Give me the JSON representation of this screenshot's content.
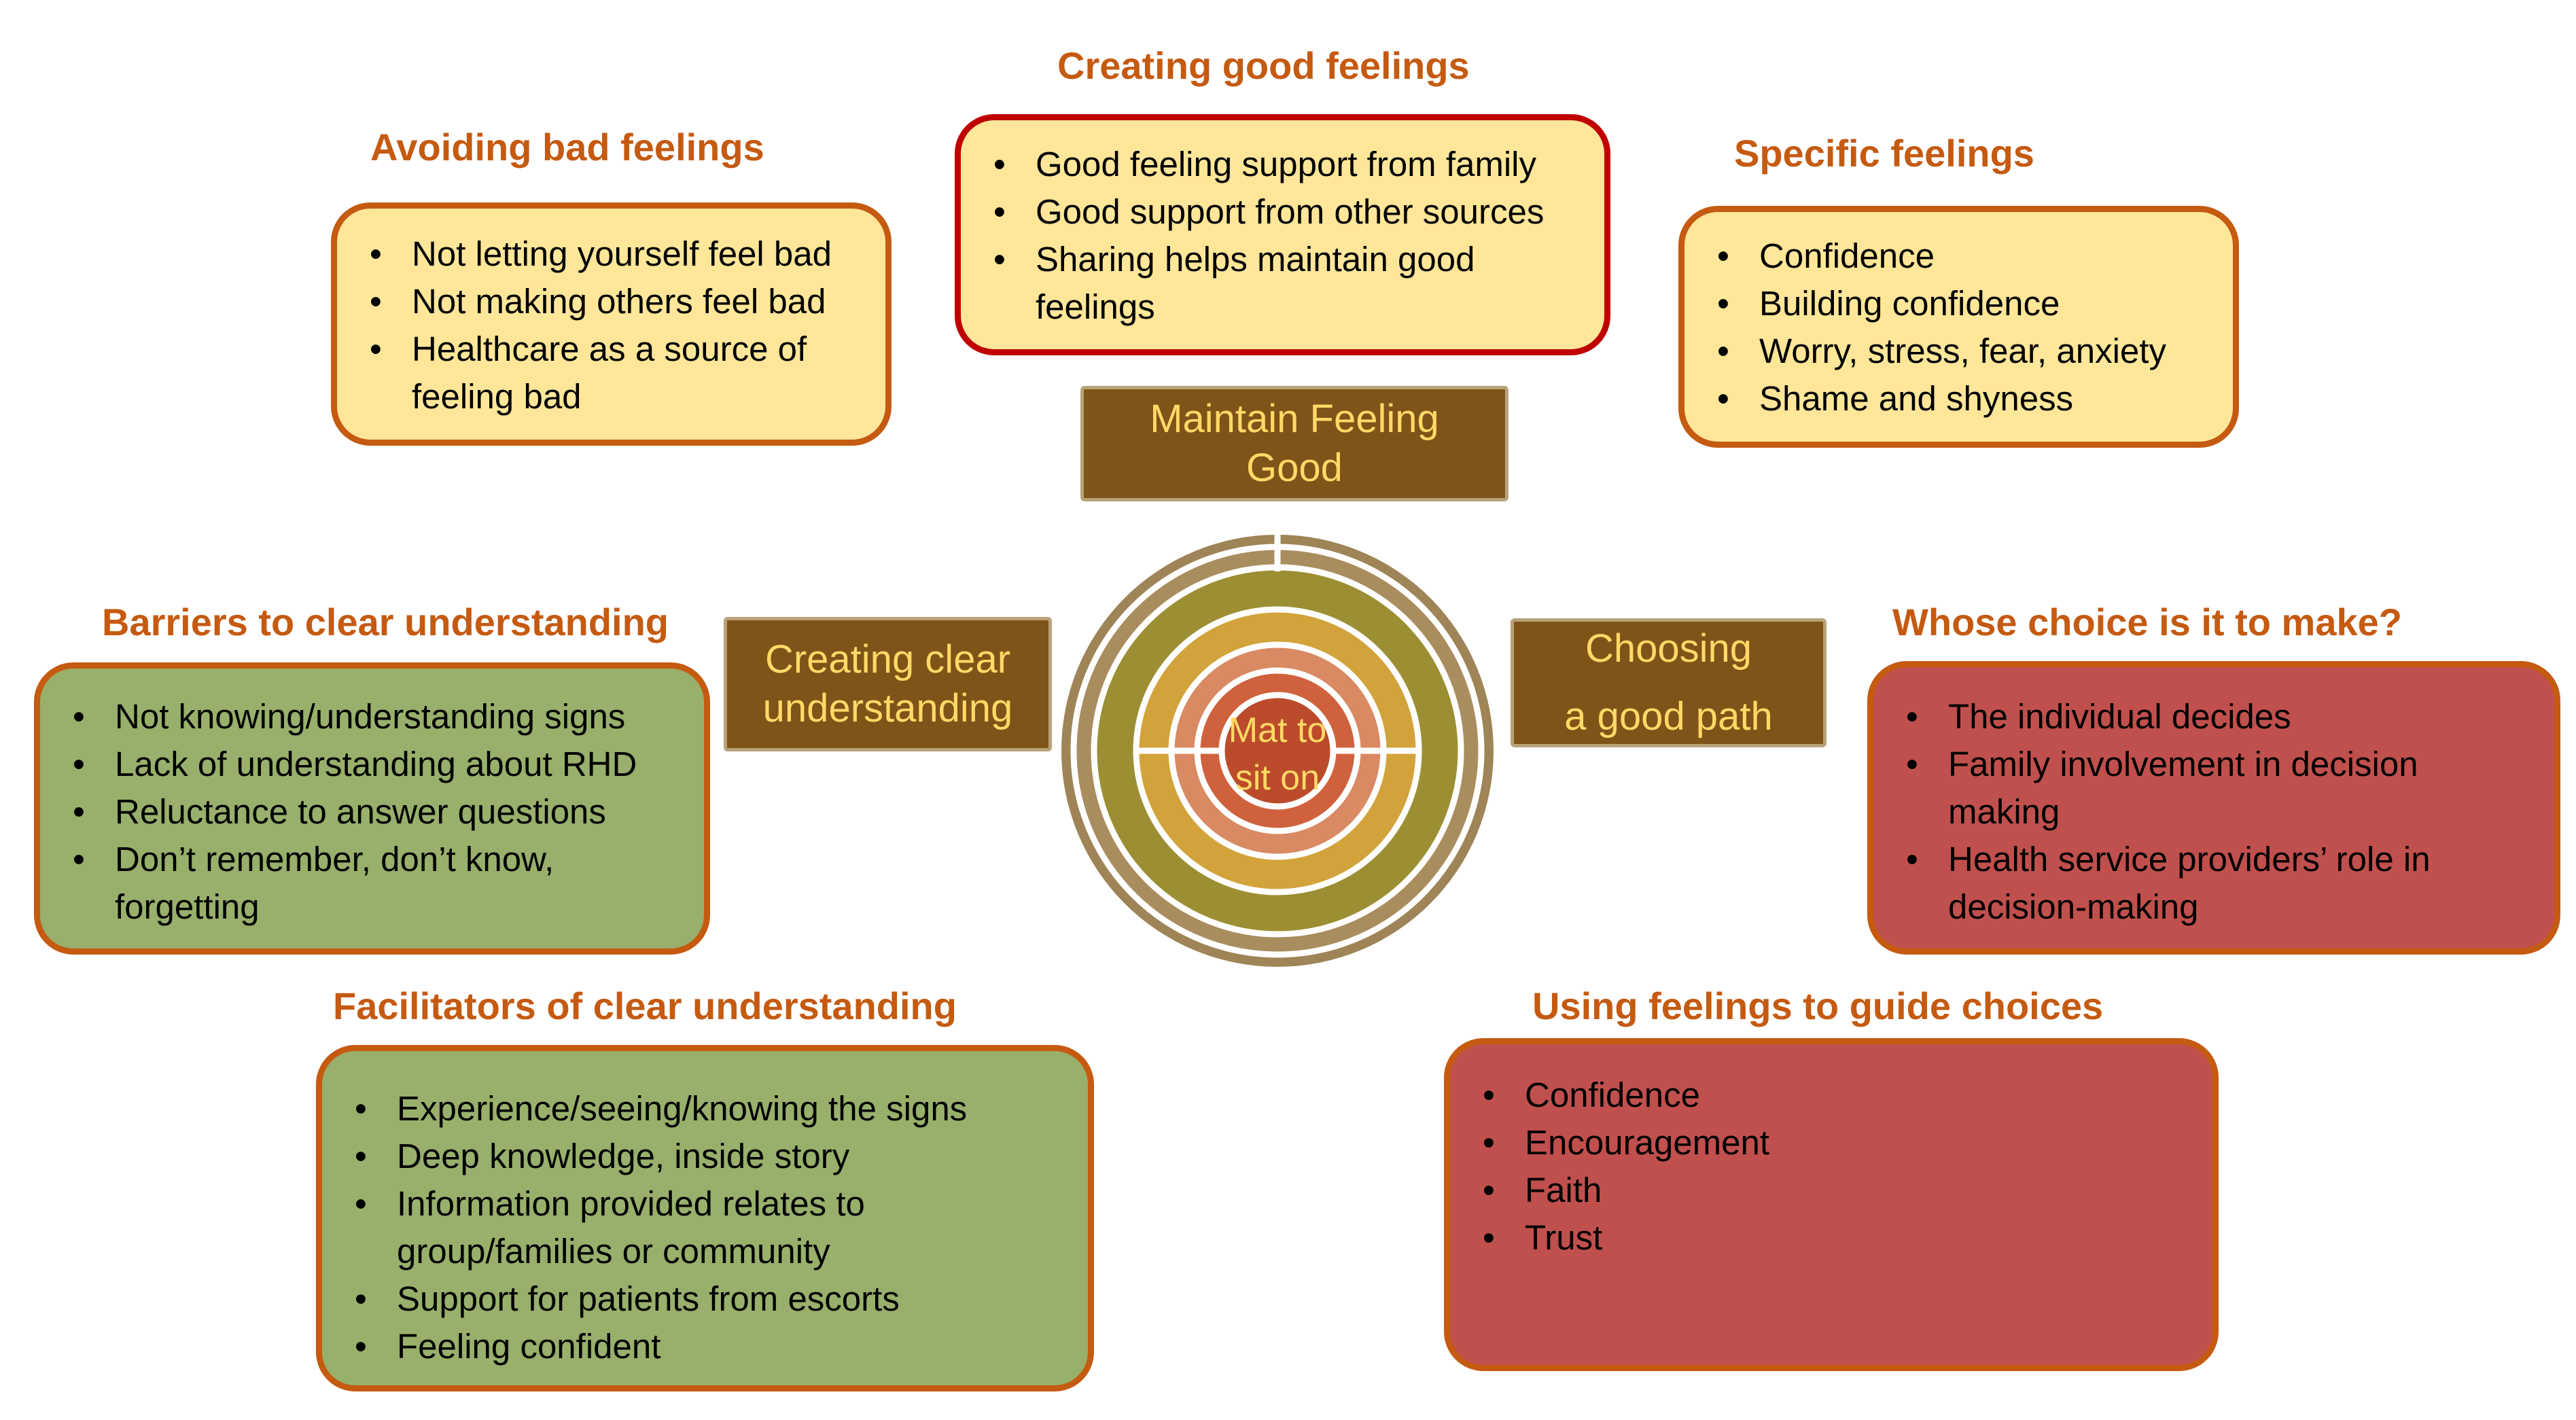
{
  "center": {
    "mat_text": [
      "Mat to",
      "sit on"
    ],
    "colors": {
      "outer_ring": "#9E8456",
      "ring_olive": "#9C8F33",
      "ring_gold": "#D2A33A",
      "ring_salmon": "#D98A62",
      "ring_orange": "#D0613D",
      "core": "#BB4B2A",
      "separator": "#ffffff"
    }
  },
  "labels": {
    "maintain": [
      "Maintain Feeling",
      "Good"
    ],
    "understanding": [
      "Creating clear",
      "understanding"
    ],
    "path": [
      "Choosing",
      "a good path"
    ]
  },
  "groups": {
    "avoiding": {
      "title": "Avoiding bad feelings",
      "items": [
        "Not letting yourself feel bad",
        "Not making others feel bad",
        "Healthcare as a source of feeling bad"
      ]
    },
    "creating": {
      "title": "Creating good feelings",
      "items": [
        "Good feeling support from family",
        "Good support from other sources",
        "Sharing helps maintain good feelings"
      ]
    },
    "specific": {
      "title": "Specific feelings",
      "items": [
        "Confidence",
        "Building confidence",
        "Worry, stress, fear, anxiety",
        "Shame and shyness"
      ]
    },
    "barriers": {
      "title": "Barriers to clear understanding",
      "items": [
        "Not knowing/understanding signs",
        "Lack of understanding about RHD",
        "Reluctance to answer questions",
        "Don’t remember, don’t know, forgetting"
      ]
    },
    "whose": {
      "title": "Whose choice is it to make?",
      "items": [
        "The individual decides",
        "Family involvement in decision making",
        "Health service providers’ role in decision-making"
      ]
    },
    "facilitators": {
      "title": "Facilitators of clear understanding",
      "items": [
        "Experience/seeing/knowing the signs",
        "Deep knowledge, inside story",
        "Information provided relates to group/families or community",
        "Support for patients from escorts",
        "Feeling confident"
      ]
    },
    "using": {
      "title": "Using feelings to guide choices",
      "items": [
        "Confidence",
        "Encouragement",
        "Faith",
        "Trust"
      ]
    }
  },
  "colors": {
    "heading": "#C55A11",
    "box_border": "#C55A11",
    "box_border_highlight": "#C00000",
    "yellow_fill": "#FFE699",
    "green_fill": "#98B06B",
    "red_fill": "#C0504D",
    "label_fill": "#7F5418",
    "label_text": "#FFD966"
  }
}
